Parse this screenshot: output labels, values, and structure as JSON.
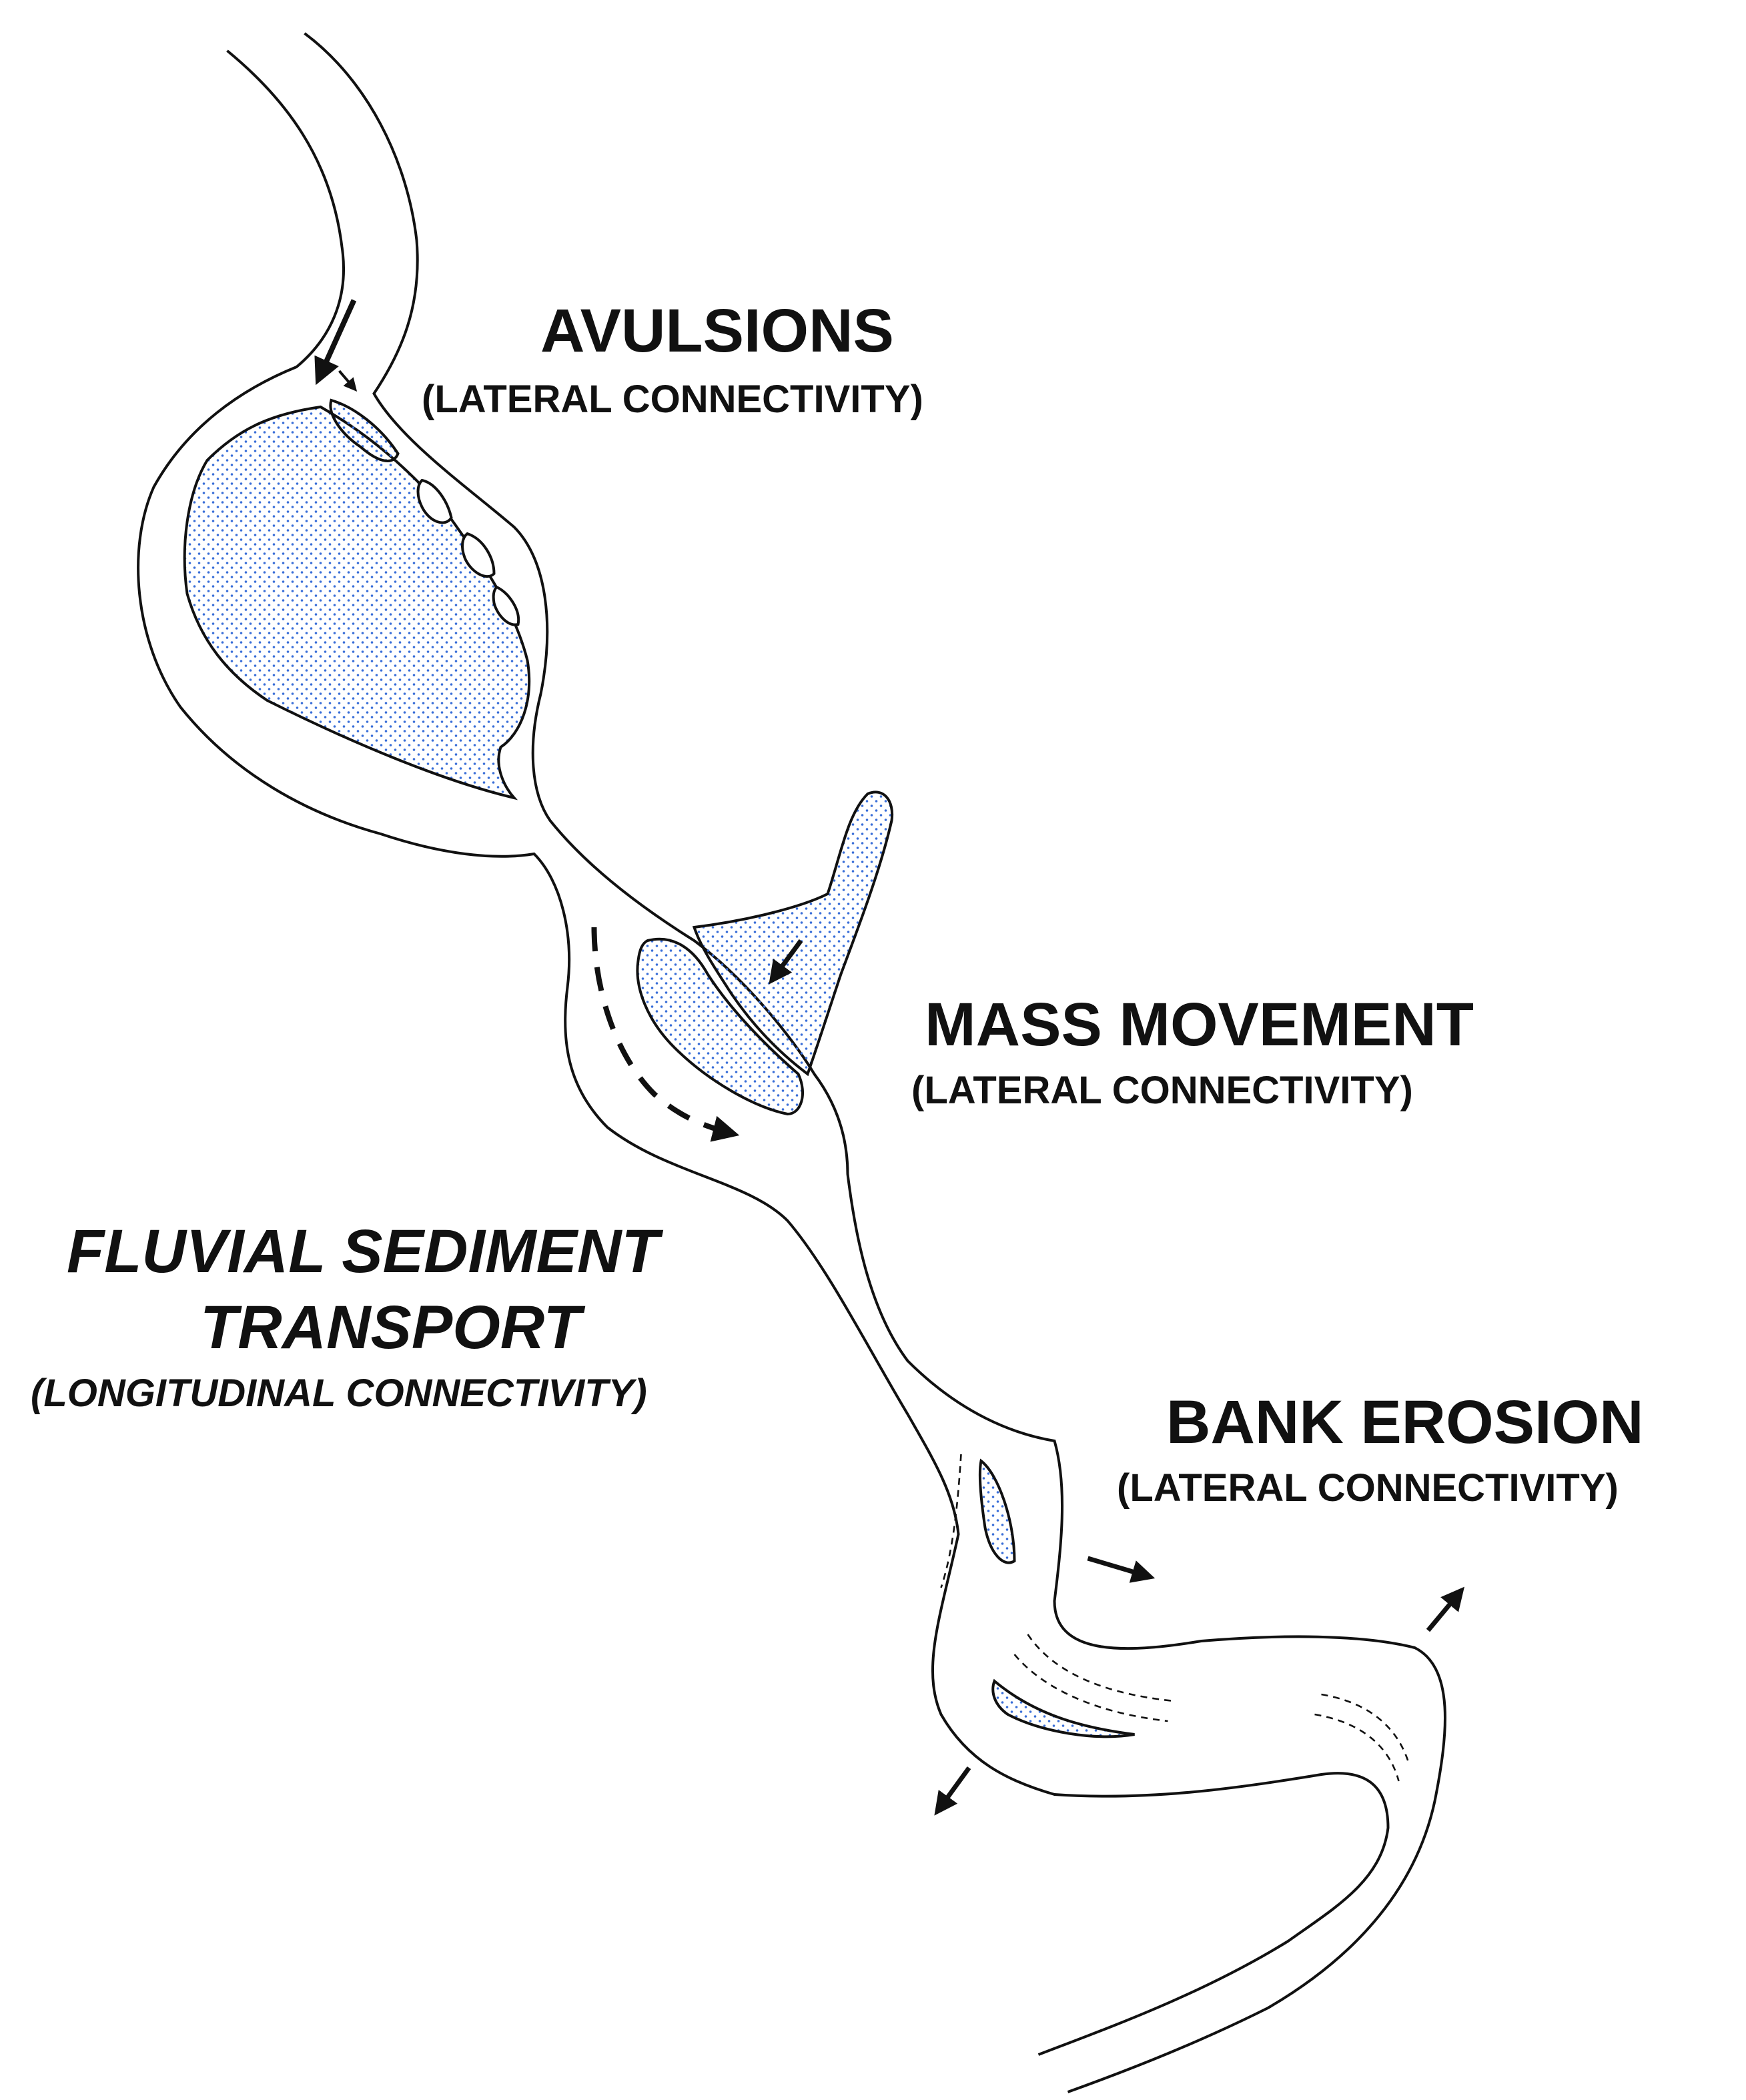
{
  "labels": {
    "avulsions": {
      "title": "AVULSIONS",
      "subtitle": "(LATERAL CONNECTIVITY)"
    },
    "mass_movement": {
      "title": "MASS MOVEMENT",
      "subtitle": "(LATERAL CONNECTIVITY)"
    },
    "fluvial": {
      "title_line1": "FLUVIAL SEDIMENT",
      "title_line2": "TRANSPORT",
      "subtitle": "(LONGITUDINAL CONNECTIVITY)"
    },
    "bank_erosion": {
      "title": "BANK EROSION",
      "subtitle": "(LATERAL CONNECTIVITY)"
    }
  },
  "colors": {
    "line": "#111111",
    "sediment_dots": "#3a6fd8",
    "background": "#ffffff"
  }
}
